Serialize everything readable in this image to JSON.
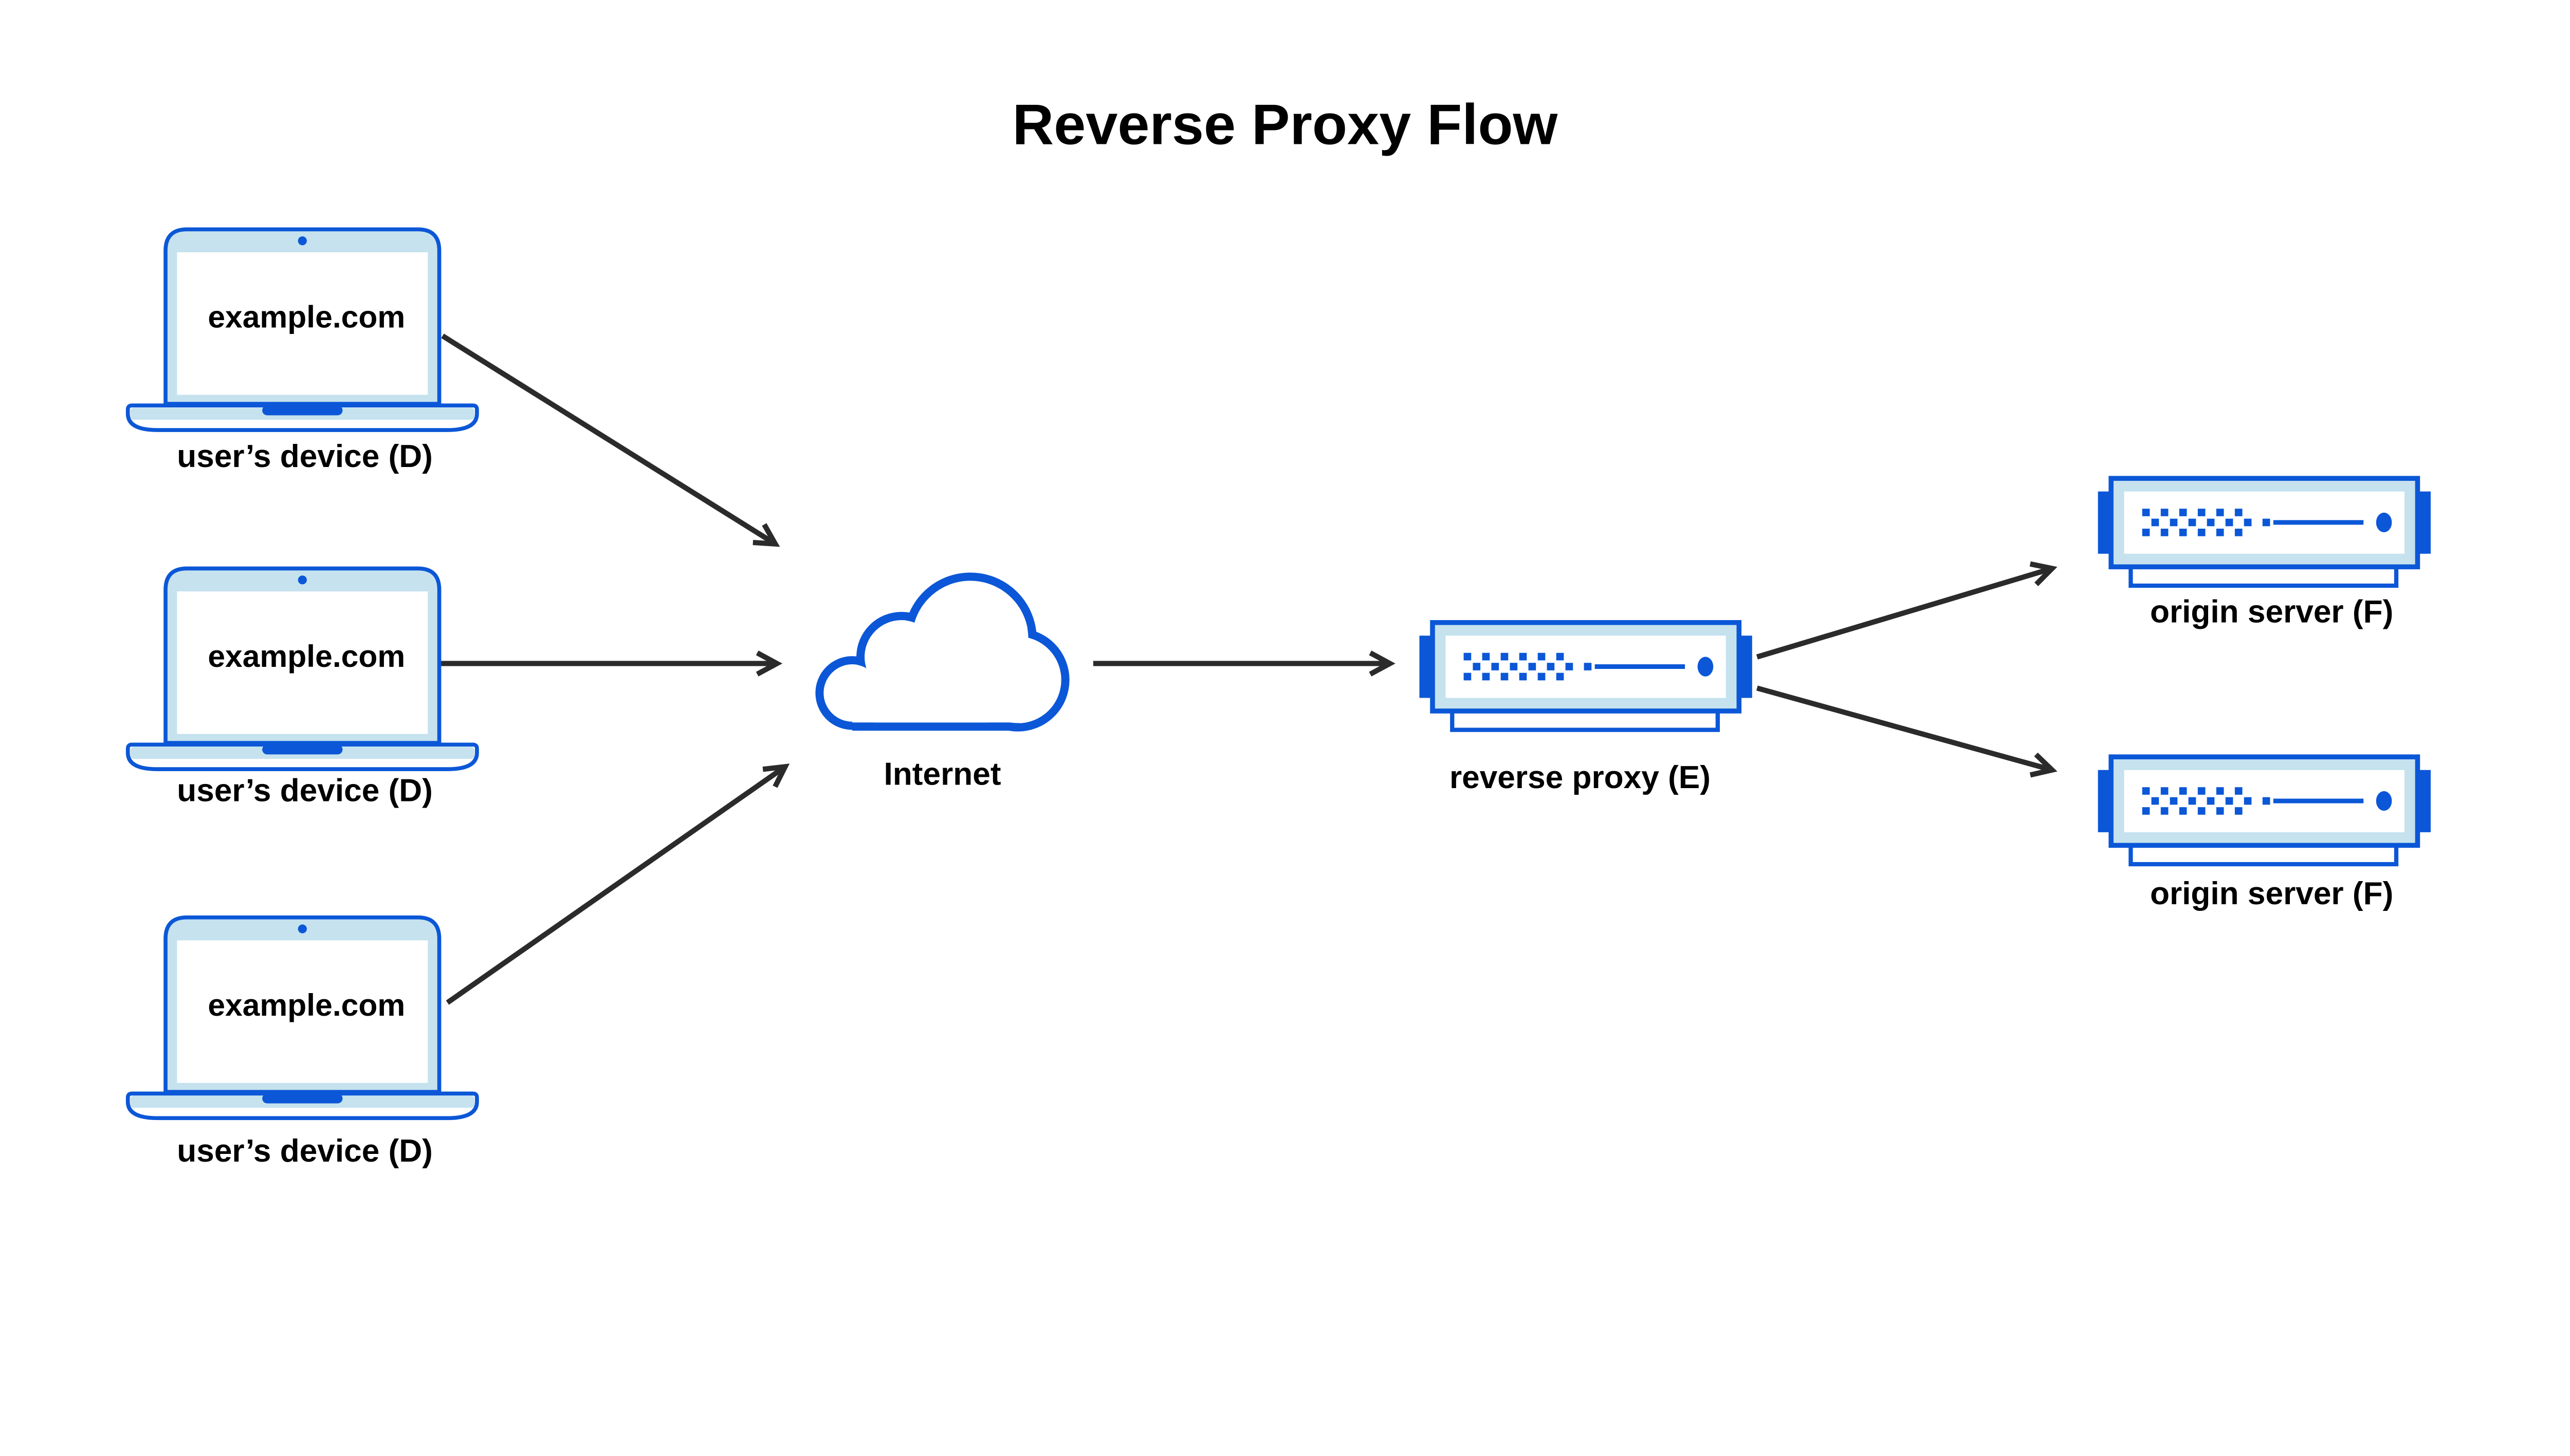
{
  "title": "Reverse Proxy Flow",
  "colors": {
    "accent": "#0B57D7",
    "light": "#C5E2EE",
    "arrow": "#2B2B2B",
    "text": "#000000",
    "white": "#FFFFFF"
  },
  "devices": [
    {
      "screen": "example.com",
      "label": "user’s device (D)"
    },
    {
      "screen": "example.com",
      "label": "user’s device (D)"
    },
    {
      "screen": "example.com",
      "label": "user’s device (D)"
    }
  ],
  "internet": {
    "label": "Internet"
  },
  "proxy": {
    "label": "reverse proxy (E)"
  },
  "origins": [
    {
      "label": "origin server (F)"
    },
    {
      "label": "origin server (F)"
    }
  ]
}
